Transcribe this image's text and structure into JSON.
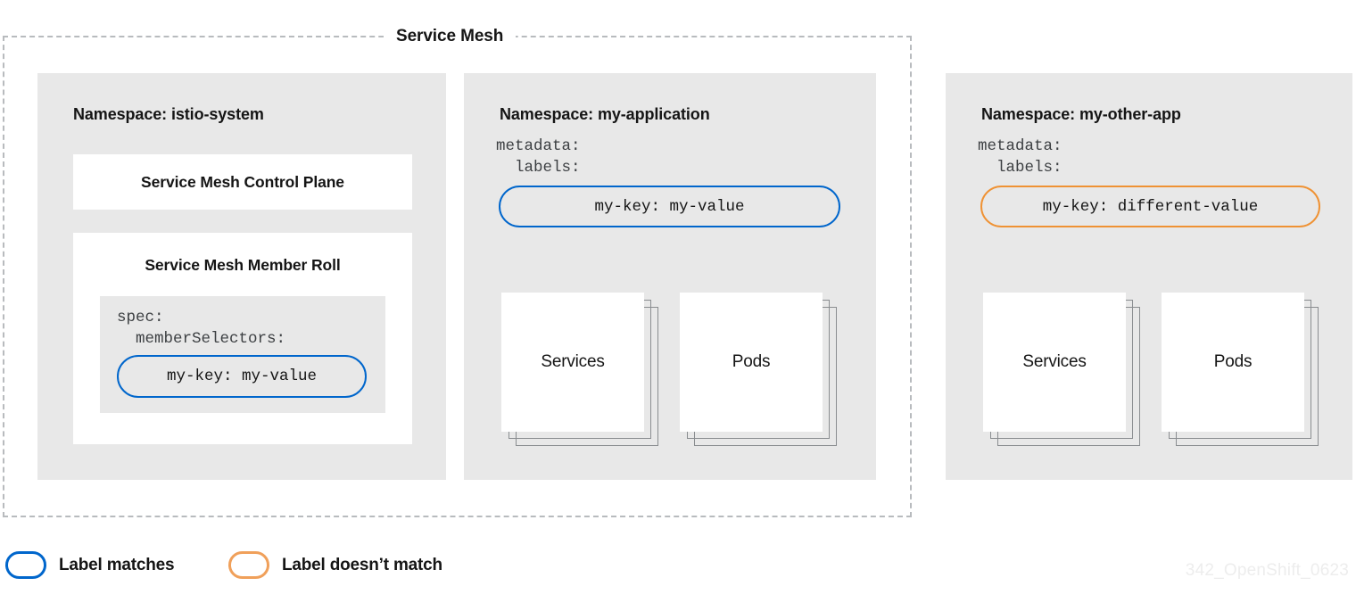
{
  "diagram": {
    "mesh_title": "Service Mesh",
    "watermark": "342_OpenShift_0623"
  },
  "namespaces": [
    {
      "id": "istio-system",
      "heading_prefix": "Namespace: ",
      "heading_name": "istio-system",
      "cards": [
        {
          "title": "Service Mesh Control Plane"
        },
        {
          "title": "Service Mesh Member Roll"
        }
      ],
      "spec": {
        "line1": "spec:",
        "line2": "  memberSelectors:",
        "pill_text": "my-key: my-value",
        "pill_color": "#0066cc",
        "pill_state": "match"
      }
    },
    {
      "id": "my-application",
      "heading_prefix": "Namespace: ",
      "heading_name": "my-application",
      "metadata": {
        "line1": "metadata:",
        "line2": "  labels:",
        "pill_text": "my-key: my-value",
        "pill_color": "#0066cc",
        "pill_state": "match"
      },
      "resources": [
        {
          "label": "Services"
        },
        {
          "label": "Pods"
        }
      ]
    },
    {
      "id": "my-other-app",
      "heading_prefix": "Namespace: ",
      "heading_name": "my-other-app",
      "metadata": {
        "line1": "metadata:",
        "line2": "  labels:",
        "pill_text": "my-key: different-value",
        "pill_color": "#ef9234",
        "pill_state": "no-match"
      },
      "resources": [
        {
          "label": "Services"
        },
        {
          "label": "Pods"
        }
      ]
    }
  ],
  "legend": {
    "items": [
      {
        "label": "Label matches",
        "color": "#0066cc"
      },
      {
        "label": "Label doesn’t match",
        "color": "#f0a05a"
      }
    ]
  }
}
